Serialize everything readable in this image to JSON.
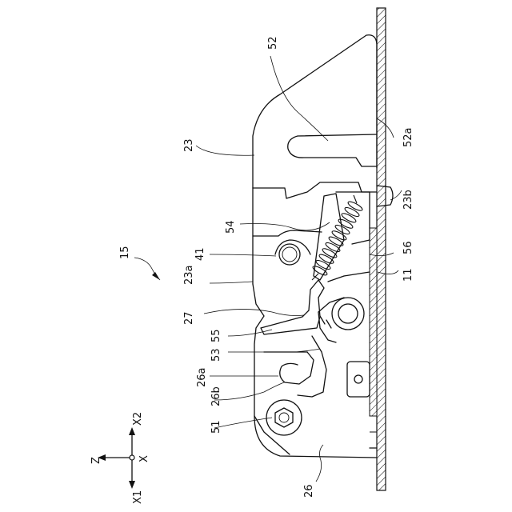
{
  "labels": {
    "l52": "52",
    "l52a": "52a",
    "l23": "23",
    "l23b": "23b",
    "l54": "54",
    "l56": "56",
    "l11": "11",
    "l15": "15",
    "l23a": "23a",
    "l41": "41",
    "l27": "27",
    "l55": "55",
    "l53": "53",
    "l26a": "26a",
    "l26b": "26b",
    "l51": "51",
    "l26": "26"
  },
  "axes": {
    "z": "Z",
    "x": "X",
    "x1": "X1",
    "x2": "X2"
  }
}
